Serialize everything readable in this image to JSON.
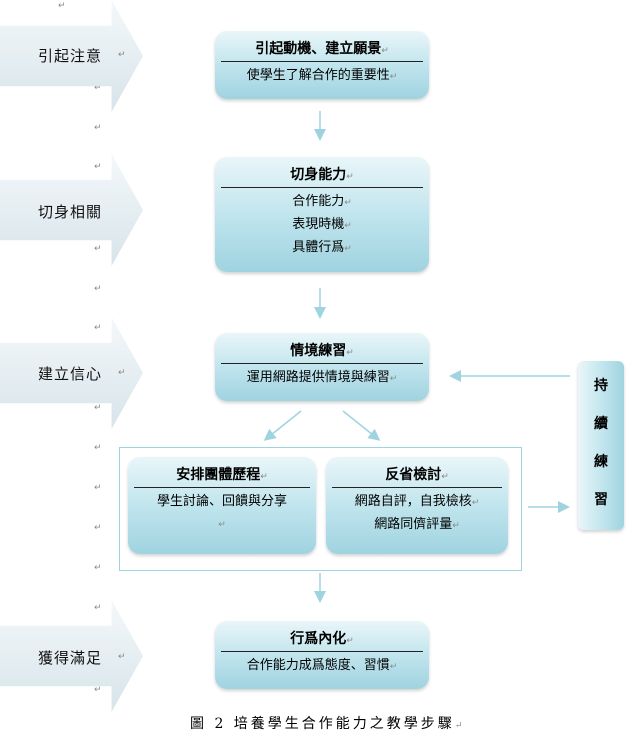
{
  "left_arrows": [
    {
      "label": "引起注意"
    },
    {
      "label": "切身相關"
    },
    {
      "label": "建立信心"
    },
    {
      "label": "獲得滿足"
    }
  ],
  "boxes": {
    "motivation": {
      "title": "引起動機、建立願景",
      "lines": [
        "使學生了解合作的重要性"
      ]
    },
    "relevance": {
      "title": "切身能力",
      "lines": [
        "合作能力",
        "表現時機",
        "具體行爲"
      ]
    },
    "practice": {
      "title": "情境練習",
      "lines": [
        "運用網路提供情境與練習"
      ]
    },
    "group_process": {
      "title": "安排團體歷程",
      "lines": [
        "學生討論、回饋與分享"
      ]
    },
    "reflection": {
      "title": "反省檢討",
      "lines": [
        "網路自評，自我檢核",
        "網路同儕評量"
      ]
    },
    "internalize": {
      "title": "行爲內化",
      "lines": [
        "合作能力成爲態度、習慣"
      ]
    }
  },
  "side_box": {
    "chars": [
      "持",
      "續",
      "練",
      "習"
    ]
  },
  "caption": "圖 2  培養學生合作能力之教學步驟",
  "paragraph_mark": "↵",
  "colors": {
    "box_fill": "#bde3ec",
    "arrow_fill": "#dfe9ee",
    "connector": "#9fd3e0"
  }
}
